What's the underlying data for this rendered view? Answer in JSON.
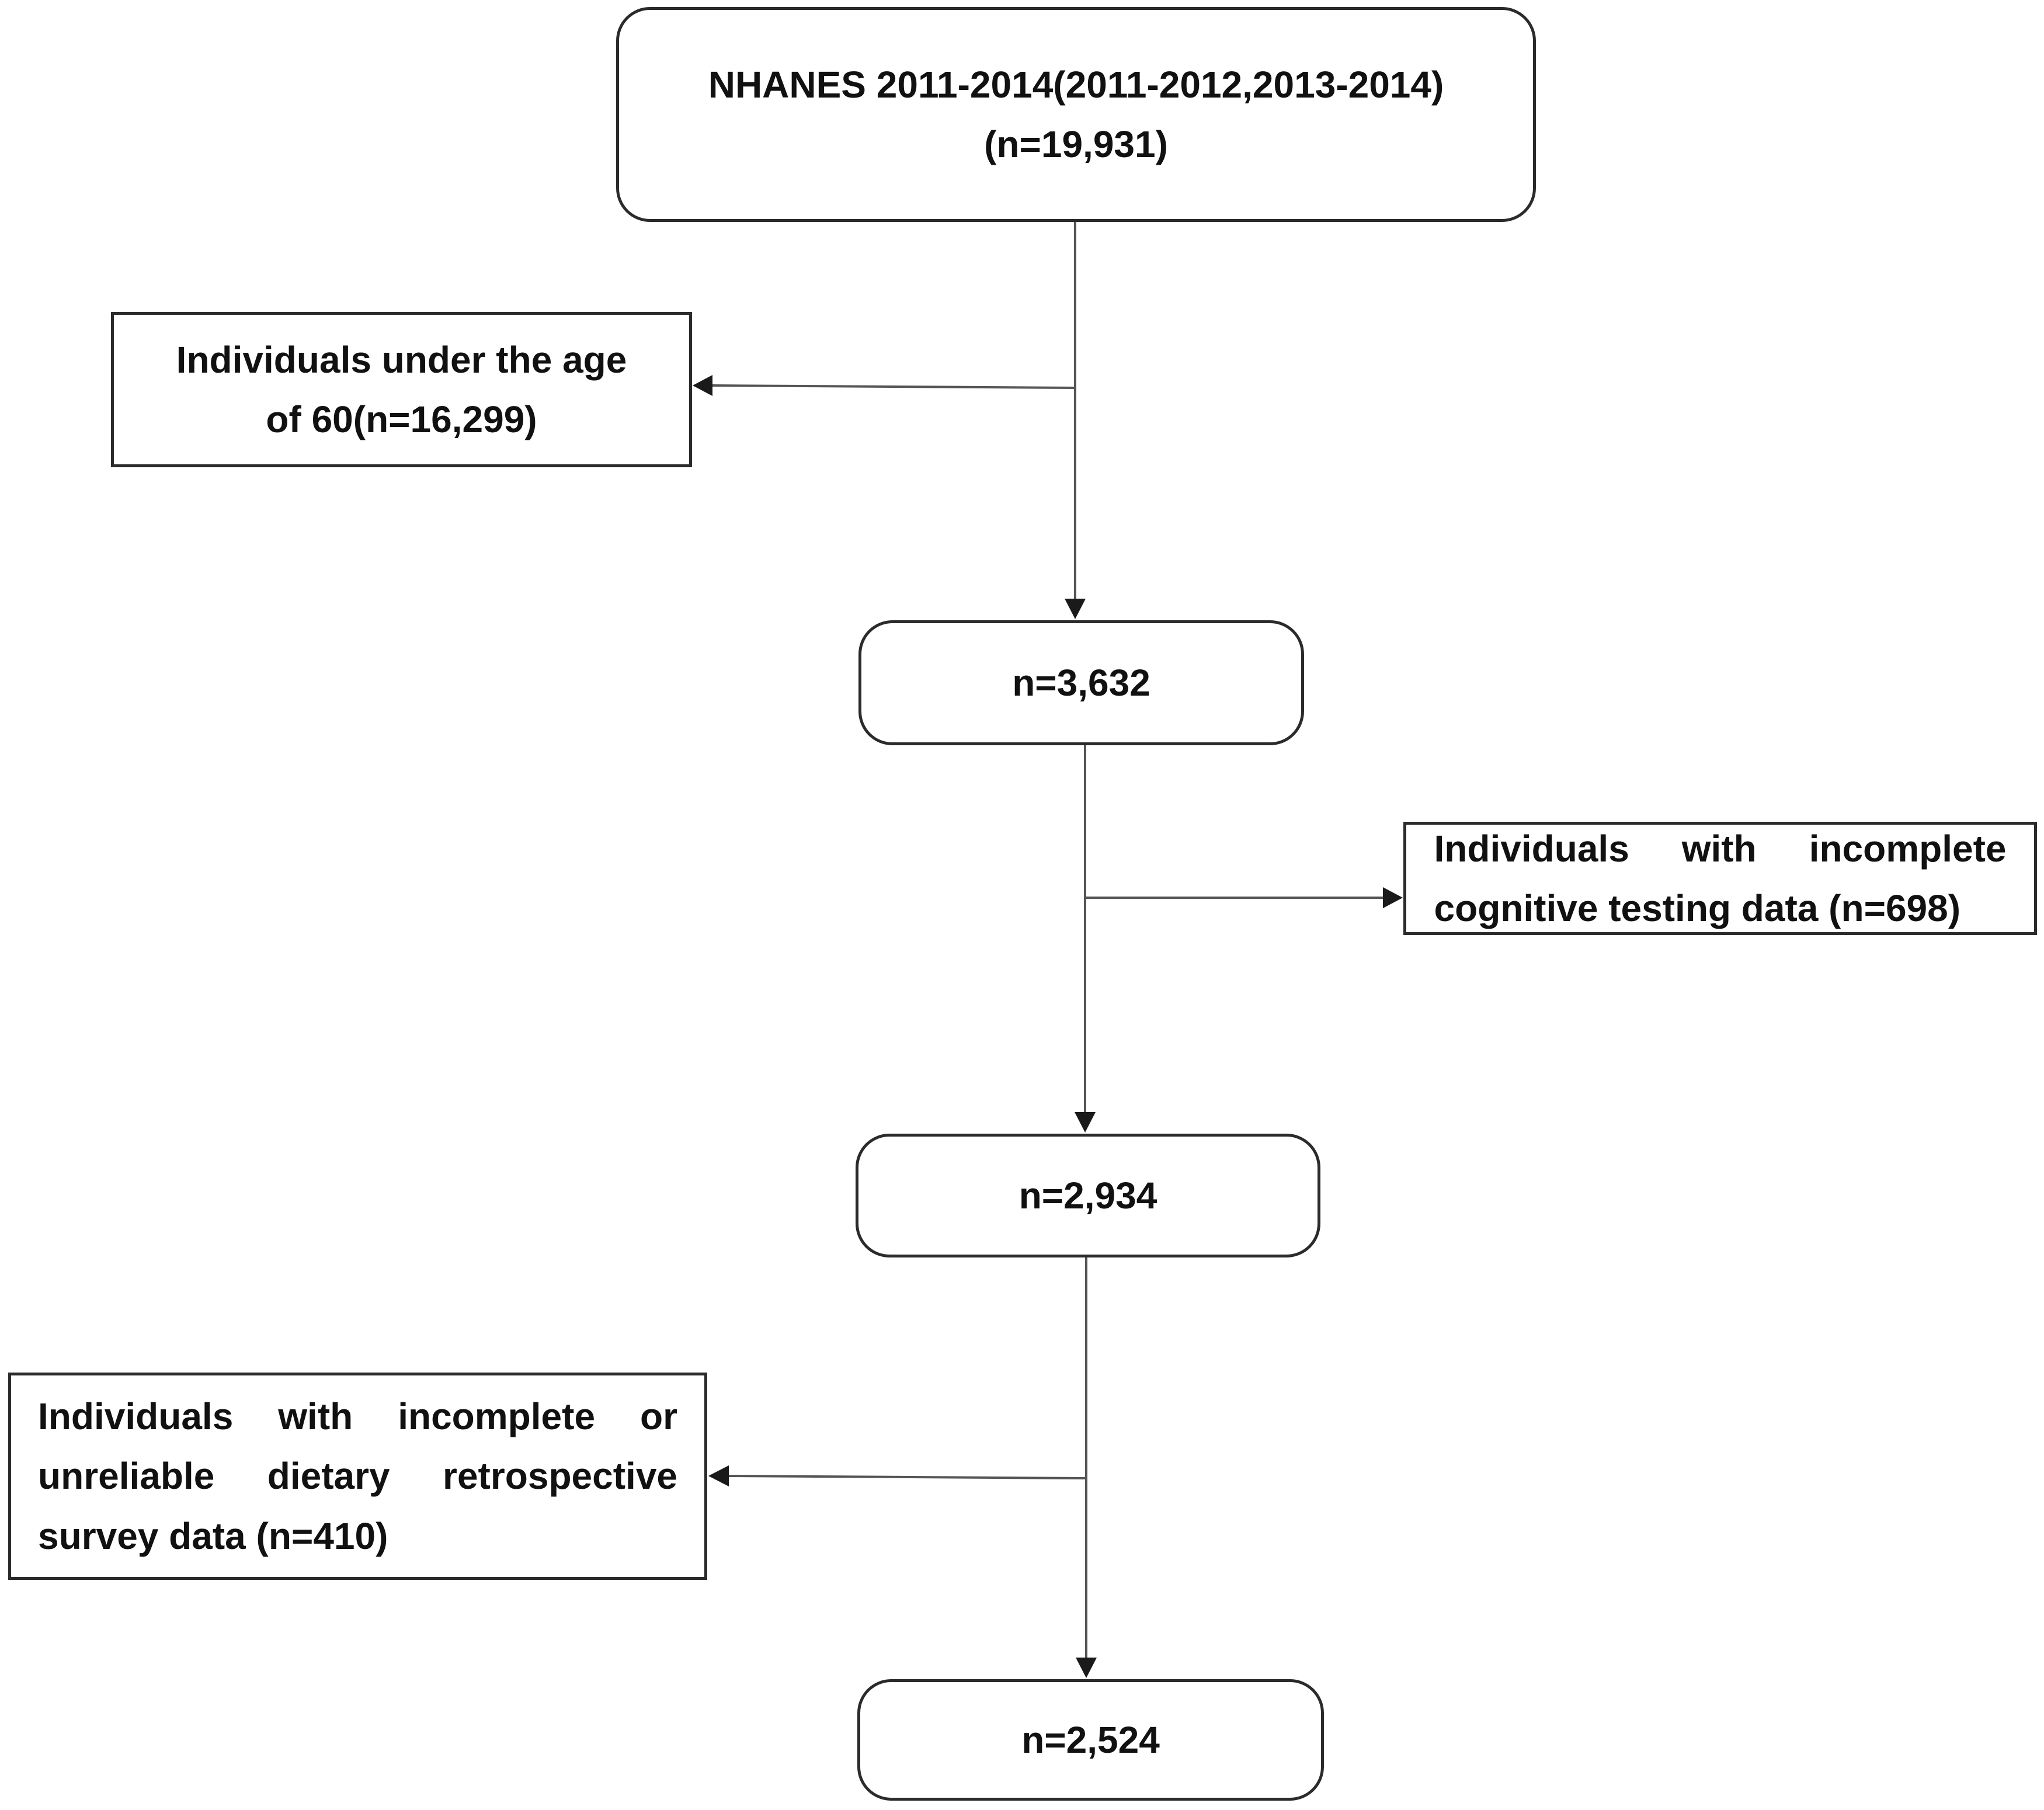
{
  "flowchart": {
    "start": {
      "line1": "NHANES 2011-2014(2011-2012,2013-2014)",
      "line2": "(n=19,931)"
    },
    "exclusion1": {
      "line1": "Individuals under the age",
      "line2": "of 60(n=16,299)"
    },
    "step1": {
      "label": "n=3,632"
    },
    "exclusion2": {
      "line1": "Individuals with incomplete",
      "line2": "cognitive testing data (n=698)"
    },
    "step2": {
      "label": "n=2,934"
    },
    "exclusion3": {
      "line1": "Individuals with incomplete or",
      "line2": "unreliable dietary retrospective",
      "line3": "survey data (n=410)"
    },
    "final": {
      "label": "n=2,524"
    },
    "colors": {
      "stroke": "#2b2b2b",
      "line": "#555555",
      "background": "#ffffff"
    }
  }
}
